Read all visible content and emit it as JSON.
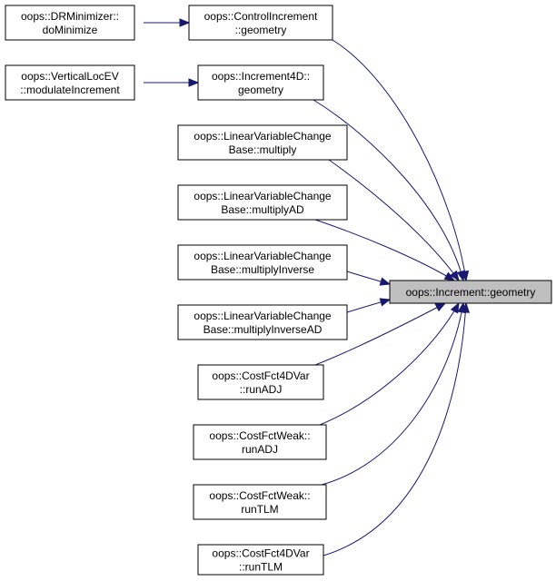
{
  "diagram": {
    "type": "call-graph",
    "edge_color": "#191970",
    "target_fill": "#bfbfbf",
    "nodes": [
      {
        "id": "dr_minimizer",
        "lines": [
          "oops::DRMinimizer::",
          "doMinimize"
        ]
      },
      {
        "id": "vertical_loc_ev",
        "lines": [
          "oops::VerticalLocEV",
          "::modulateIncrement"
        ]
      },
      {
        "id": "control_increment",
        "lines": [
          "oops::ControlIncrement",
          "::geometry"
        ]
      },
      {
        "id": "increment4d",
        "lines": [
          "oops::Increment4D::",
          "geometry"
        ]
      },
      {
        "id": "lvc_multiply",
        "lines": [
          "oops::LinearVariableChange",
          "Base::multiply"
        ]
      },
      {
        "id": "lvc_multiply_ad",
        "lines": [
          "oops::LinearVariableChange",
          "Base::multiplyAD"
        ]
      },
      {
        "id": "lvc_multiply_inverse",
        "lines": [
          "oops::LinearVariableChange",
          "Base::multiplyInverse"
        ]
      },
      {
        "id": "lvc_multiply_inverse_ad",
        "lines": [
          "oops::LinearVariableChange",
          "Base::multiplyInverseAD"
        ]
      },
      {
        "id": "costfct4dvar_runadj",
        "lines": [
          "oops::CostFct4DVar",
          "::runADJ"
        ]
      },
      {
        "id": "costfctweak_runadj",
        "lines": [
          "oops::CostFctWeak::",
          "runADJ"
        ]
      },
      {
        "id": "costfctweak_runtlm",
        "lines": [
          "oops::CostFctWeak::",
          "runTLM"
        ]
      },
      {
        "id": "costfct4dvar_runtlm",
        "lines": [
          "oops::CostFct4DVar",
          "::runTLM"
        ]
      },
      {
        "id": "increment_geometry",
        "lines": [
          "oops::Increment::geometry"
        ],
        "highlighted": true
      }
    ],
    "edges": [
      {
        "from": "control_increment",
        "to": "dr_minimizer"
      },
      {
        "from": "increment4d",
        "to": "vertical_loc_ev"
      },
      {
        "from": "increment_geometry",
        "to": "control_increment"
      },
      {
        "from": "increment_geometry",
        "to": "increment4d"
      },
      {
        "from": "increment_geometry",
        "to": "lvc_multiply"
      },
      {
        "from": "increment_geometry",
        "to": "lvc_multiply_ad"
      },
      {
        "from": "increment_geometry",
        "to": "lvc_multiply_inverse"
      },
      {
        "from": "increment_geometry",
        "to": "lvc_multiply_inverse_ad"
      },
      {
        "from": "increment_geometry",
        "to": "costfct4dvar_runadj"
      },
      {
        "from": "increment_geometry",
        "to": "costfctweak_runadj"
      },
      {
        "from": "increment_geometry",
        "to": "costfctweak_runtlm"
      },
      {
        "from": "increment_geometry",
        "to": "costfct4dvar_runtlm"
      }
    ]
  }
}
